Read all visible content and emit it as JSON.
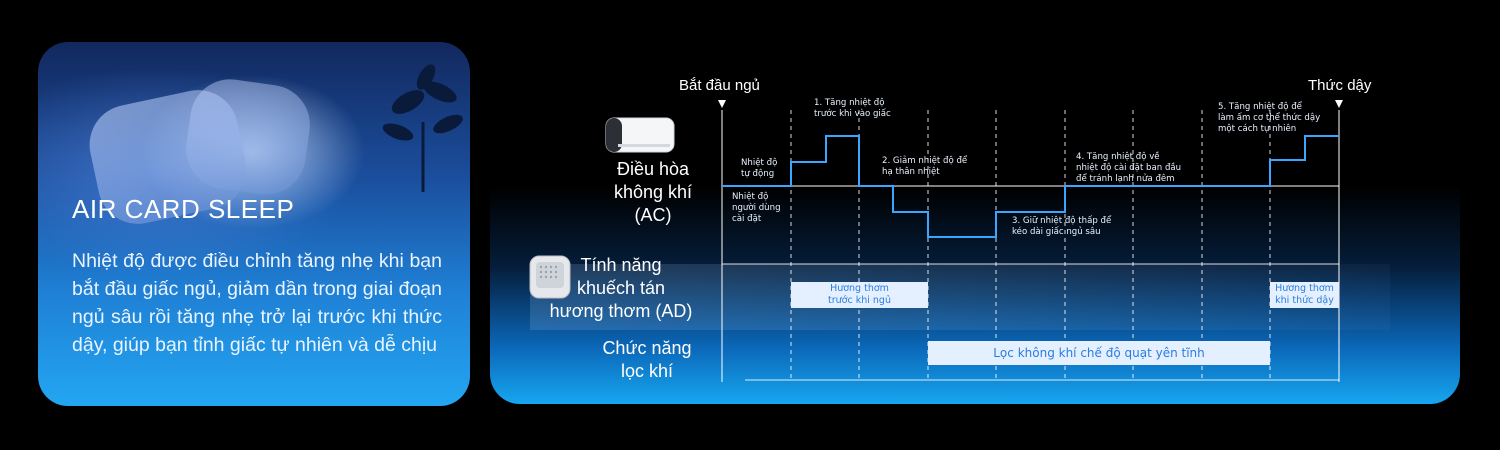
{
  "left_card": {
    "title": "AIR CARD SLEEP",
    "description": "Nhiệt độ được điều chỉnh tăng nhẹ khi bạn bắt đầu giấc ngủ, giảm dần trong giai đoạn ngủ sâu rồi tăng nhẹ trở lại trước khi thức dậy, giúp bạn tỉnh giấc tự nhiên và dễ chịu"
  },
  "diagram": {
    "start_label": "Bắt đầu ngủ",
    "end_label": "Thức dậy",
    "rows": {
      "ac": "Điều hòa\nkhông khí\n(AC)",
      "aroma": "Tính năng\nkhuếch tán\nhương thơm (AD)",
      "filter": "Chức năng\nlọc khí"
    },
    "annotations": {
      "auto_temp": "Nhiệt độ\ntự động",
      "user_temp": "Nhiệt độ\nngười dùng\ncài đặt",
      "step1": "1. Tăng nhiệt độ\ntrước khi vào giấc",
      "step2": "2. Giảm nhiệt độ để\nhạ thân nhiệt",
      "step3": "3. Giữ nhiệt độ thấp để\nkéo dài giấc ngủ sâu",
      "step4": "4. Tăng nhiệt độ về\nnhiệt độ cài đặt ban đầu\nđể tránh lạnh nửa đêm",
      "step5": "5. Tăng nhiệt độ để\nlàm ấm cơ thể thức dậy\nmột cách tự nhiên"
    },
    "aroma_before": "Hương thơm\ntrước khi ngủ",
    "aroma_wake": "Hương thơm\nkhi thức dậy",
    "filter_bar": "Lọc không khí chế độ quạt yên tĩnh",
    "colors": {
      "accent": "#3aa6ff",
      "box_bg": "#e4efff",
      "box_text": "#2a7de0"
    }
  }
}
